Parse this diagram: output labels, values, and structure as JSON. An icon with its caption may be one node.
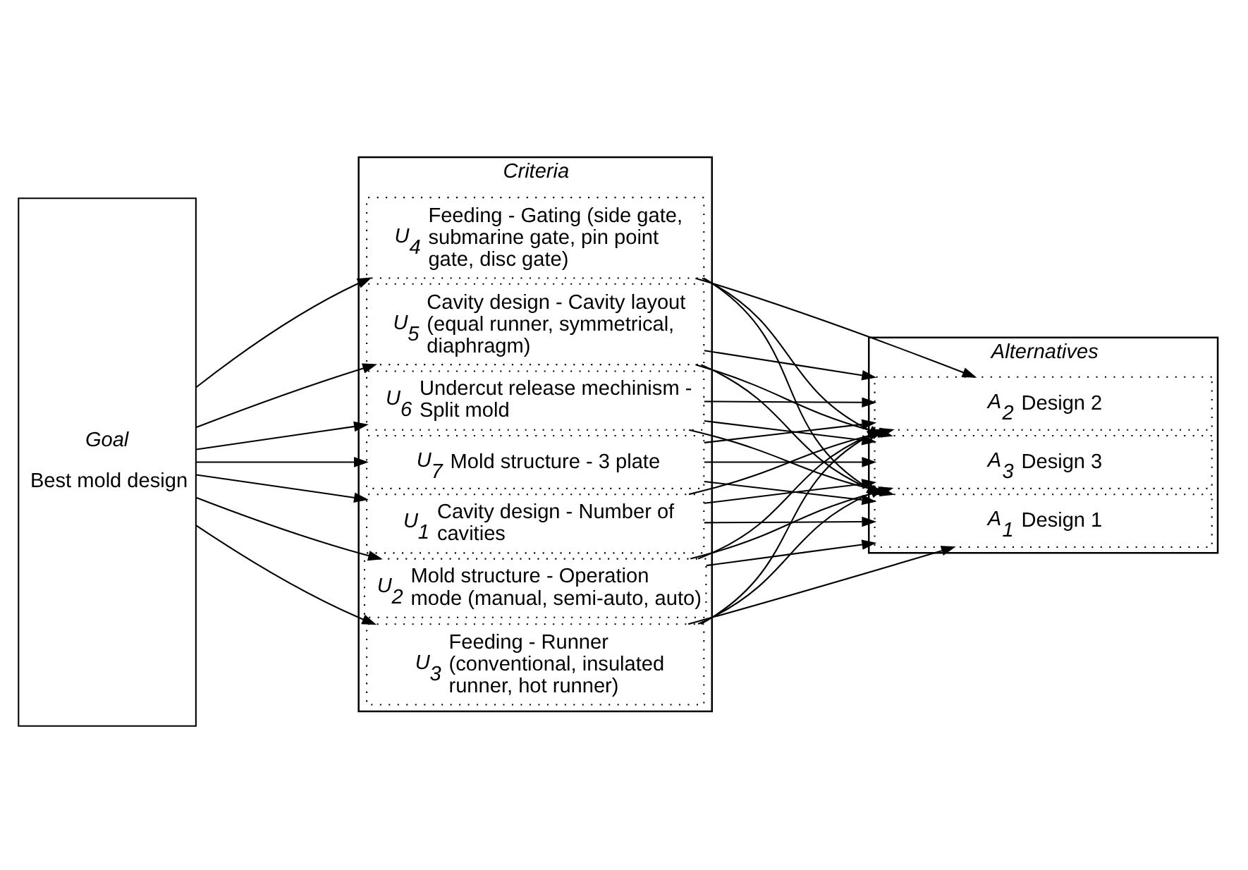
{
  "diagram": {
    "nodes": [
      {
        "text": [
          "Goal",
          "Best mold design"
        ]
      },
      {
        "text": [
          "Criteria"
        ]
      },
      {
        "text": [
          "U$_{1}$",
          "Cavity design - Number of cavities"
        ],
        "in": 1
      },
      {
        "text": [
          "U$_{2}$",
          "Mold structure - Operation mode (manual, semi-auto, auto)"
        ],
        "in": 1
      },
      {
        "text": [
          "U$_{3}$",
          "Feeding - Runner (conventional, insulated runner, hot runner)"
        ],
        "in": 1
      },
      {
        "text": [
          "U$_{4}$",
          "Feeding - Gating (side gate, submarine gate, pin point gate, disc gate)"
        ],
        "in": 1
      },
      {
        "text": [
          "U$_{5}$",
          "Cavity design - Cavity layout (equal runner, symmetrical, diaphragm)"
        ],
        "in": 1
      },
      {
        "text": [
          "U$_{6}$",
          "Undercut release mechinism - Split mold"
        ],
        "in": 1
      },
      {
        "text": [
          "U$_{7}$",
          "Mold structure - 3 plate"
        ],
        "in": 1
      },
      {
        "text": [
          "Alternatives"
        ]
      },
      {
        "text": [
          "A$_{1}$",
          "Design 1"
        ],
        "in": 9
      },
      {
        "text": [
          "A$_{2}$",
          "Design 2"
        ],
        "in": 9
      },
      {
        "text": [
          "A$_{3}$",
          "Design 3"
        ],
        "in": 9
      }
    ],
    "edges": [
      {
        "from": 0,
        "to": 2,
        "arrow": "to"
      },
      {
        "from": 0,
        "to": 3,
        "arrow": "to"
      },
      {
        "from": 0,
        "to": 4,
        "arrow": "to"
      },
      {
        "from": 0,
        "to": 5,
        "arrow": "to"
      },
      {
        "from": 0,
        "to": 6,
        "arrow": "to"
      },
      {
        "from": 0,
        "to": 7,
        "arrow": "to"
      },
      {
        "from": 0,
        "to": 8,
        "arrow": "to"
      },
      {
        "from": 2,
        "to": 10,
        "arrow": "to"
      },
      {
        "from": 2,
        "to": 11,
        "arrow": "to"
      },
      {
        "from": 2,
        "to": 12,
        "arrow": "to"
      },
      {
        "from": 3,
        "to": 10,
        "arrow": "to"
      },
      {
        "from": 3,
        "to": 11,
        "arrow": "to"
      },
      {
        "from": 3,
        "to": 12,
        "arrow": "to"
      },
      {
        "from": 4,
        "to": 10,
        "arrow": "to"
      },
      {
        "from": 4,
        "to": 11,
        "arrow": "to"
      },
      {
        "from": 4,
        "to": 12,
        "arrow": "to"
      },
      {
        "from": 5,
        "to": 10,
        "arrow": "to"
      },
      {
        "from": 5,
        "to": 11,
        "arrow": "to"
      },
      {
        "from": 5,
        "to": 12,
        "arrow": "to"
      },
      {
        "from": 6,
        "to": 10,
        "arrow": "to"
      },
      {
        "from": 6,
        "to": 11,
        "arrow": "to"
      },
      {
        "from": 6,
        "to": 12,
        "arrow": "to"
      },
      {
        "from": 7,
        "to": 10,
        "arrow": "to"
      },
      {
        "from": 7,
        "to": 11,
        "arrow": "to"
      },
      {
        "from": 7,
        "to": 12,
        "arrow": "to"
      },
      {
        "from": 8,
        "to": 10,
        "arrow": "to"
      },
      {
        "from": 8,
        "to": 11,
        "arrow": "to"
      },
      {
        "from": 8,
        "to": 12,
        "arrow": "to"
      }
    ]
  }
}
